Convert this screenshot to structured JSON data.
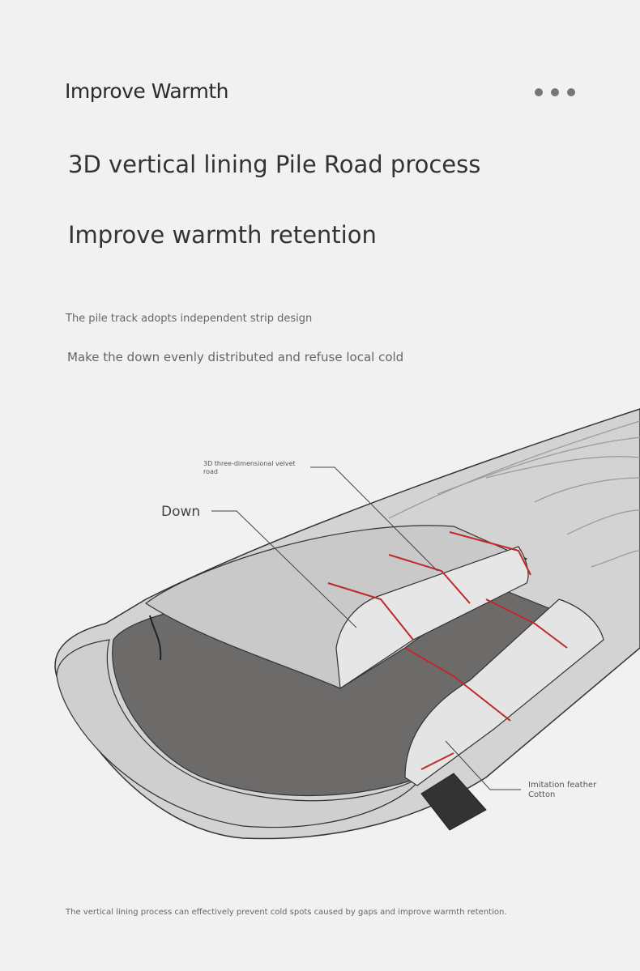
{
  "header": {
    "brand_title": "Improve Warmth",
    "menu_icon": "more-dots-icon"
  },
  "headline": {
    "line1": "3D vertical lining Pile Road process",
    "line2": "Improve warmth retention"
  },
  "description": {
    "line1": "The pile track adopts independent strip design",
    "line2": "Make the down evenly distributed and refuse local cold"
  },
  "diagram": {
    "labels": {
      "velvet_road": "3D three-dimensional velvet road",
      "down": "Down",
      "imitation_cotton": "Imitation feather Cotton"
    },
    "accent_color": "#c0282d"
  },
  "footer": {
    "note": "The vertical lining process can effectively prevent cold spots caused by gaps and improve warmth retention."
  }
}
